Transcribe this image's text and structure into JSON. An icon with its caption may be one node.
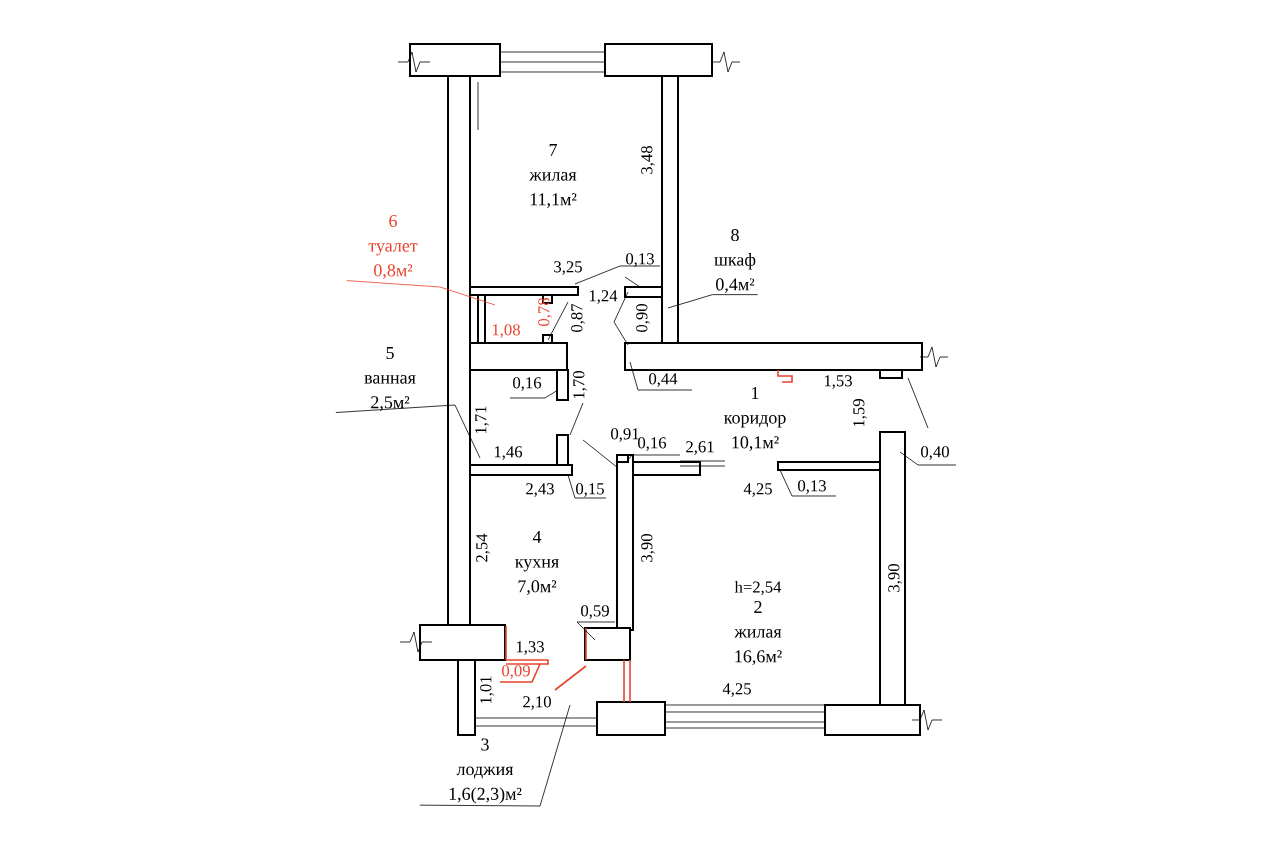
{
  "diagram": {
    "nodes": [
      {
        "text": [
          "7",
          "жилая",
          "11,1м²"
        ]
      },
      {
        "text": [
          "6",
          "туалет",
          "0,8м²"
        ]
      },
      {
        "text": [
          "5",
          "ванная",
          "2,5м²"
        ]
      },
      {
        "text": [
          "8",
          "шкаф",
          "0,4м²"
        ]
      },
      {
        "text": [
          "1",
          "коридор",
          "10,1м²"
        ]
      },
      {
        "text": [
          "4",
          "кухня",
          "7,0м²"
        ]
      },
      {
        "text": [
          "2",
          "жилая",
          "16,6м²"
        ]
      },
      {
        "text": [
          "3",
          "лоджия",
          "1,6(2,3)м²"
        ]
      }
    ],
    "edges": [
      {
        "from": 1,
        "to": null,
        "arrow": "none",
        "color": "#e8432c"
      },
      {
        "from": 2,
        "to": null,
        "arrow": "none"
      },
      {
        "from": 3,
        "to": null,
        "arrow": "none"
      },
      {
        "from": 7,
        "to": null,
        "arrow": "none"
      }
    ],
    "labels": [
      "3,48",
      "0,13",
      "3,25",
      "1,24",
      "0,87",
      "0,90",
      "0,78",
      "1,08",
      "0,44",
      "1,53",
      "0,16",
      "1,70",
      "1,59",
      "1,71",
      "0,91",
      "0,16",
      "2,61",
      "0,40",
      "1,46",
      "2,43",
      "0,15",
      "4,25",
      "0,13",
      "2,54",
      "3,90",
      "3,90",
      "h=2,54",
      "0,59",
      "1,33",
      "0,09",
      "4,25",
      "1,01",
      "2,10"
    ]
  }
}
